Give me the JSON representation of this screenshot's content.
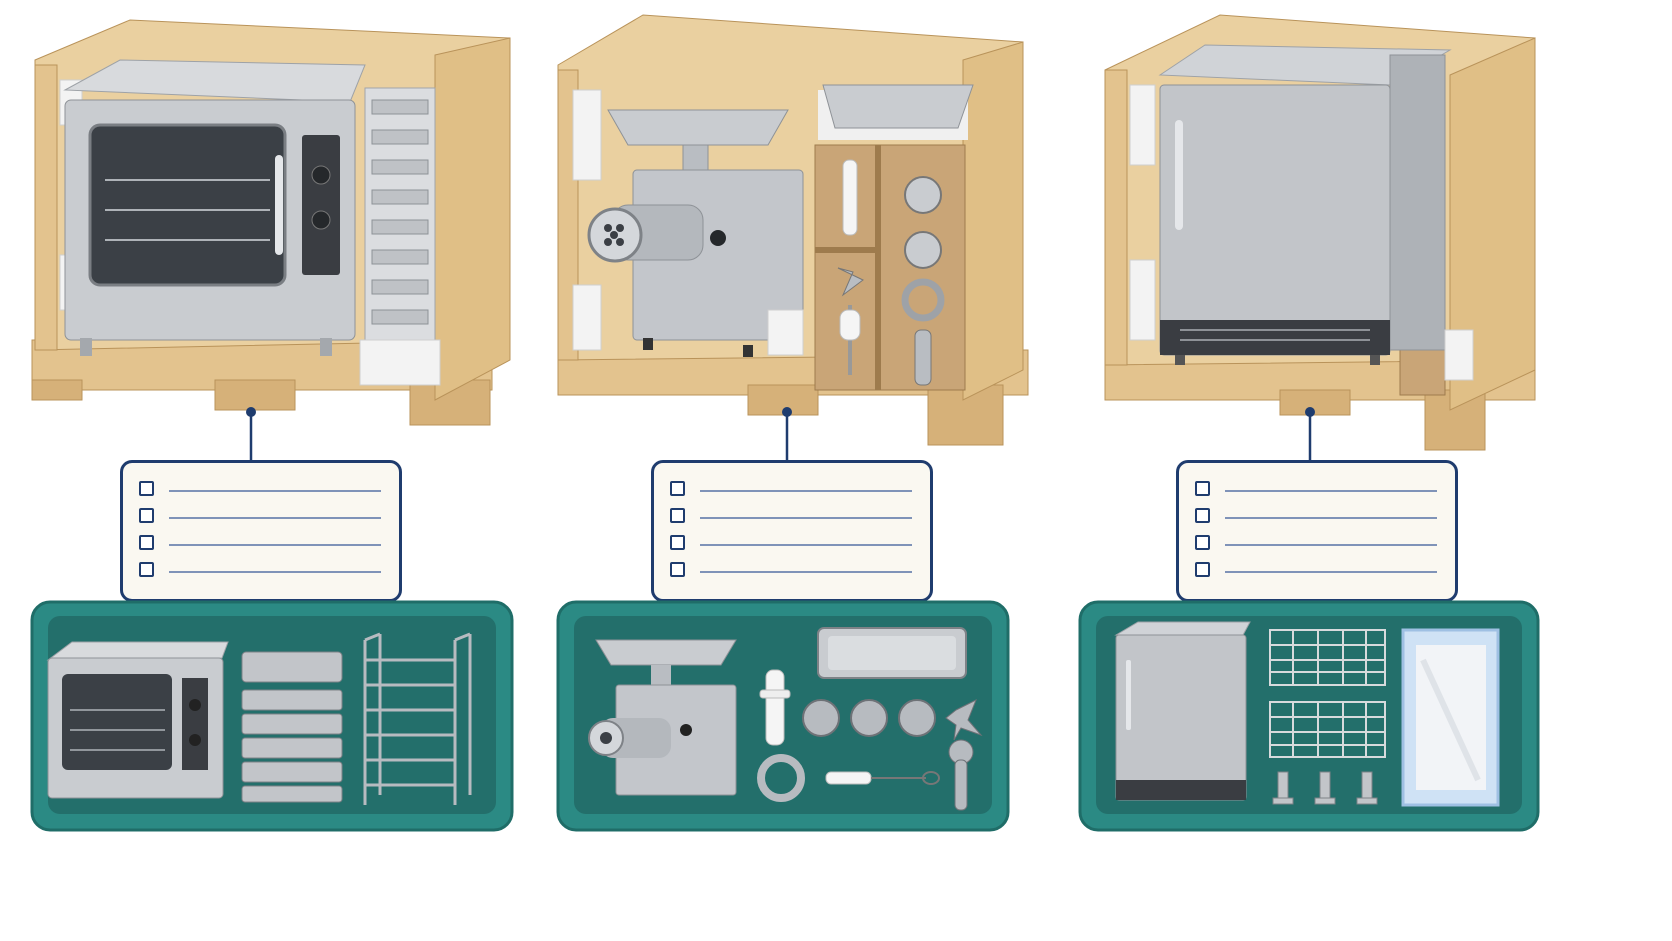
{
  "colors": {
    "card_border": "#1f3c6e",
    "card_fill": "#faf8f1",
    "checklist_line": "#7f93b8",
    "tray": "#2b8a84",
    "tray_inner": "#236f6b",
    "wood": "#e3c38e",
    "steel": "#c9ccd0"
  },
  "panels": [
    {
      "crate_contents": [
        "convection-oven",
        "sheet-pans",
        "pan-rack"
      ],
      "checklist_rows": 4,
      "tray_items": [
        "convection-oven",
        "stacked-sheet-pans",
        "pan-rack"
      ]
    },
    {
      "crate_contents": [
        "meat-grinder",
        "tray-pan",
        "accessories"
      ],
      "checklist_rows": 4,
      "tray_items": [
        "meat-grinder",
        "tray-pan",
        "stomper",
        "grinder-plates",
        "blade",
        "ring-nut",
        "cleaning-brush",
        "wrench"
      ]
    },
    {
      "crate_contents": [
        "undercounter-ice-machine",
        "spare-panel"
      ],
      "checklist_rows": 4,
      "tray_items": [
        "undercounter-ice-machine",
        "wire-shelves",
        "mounting-brackets",
        "manual-pouch"
      ]
    }
  ]
}
